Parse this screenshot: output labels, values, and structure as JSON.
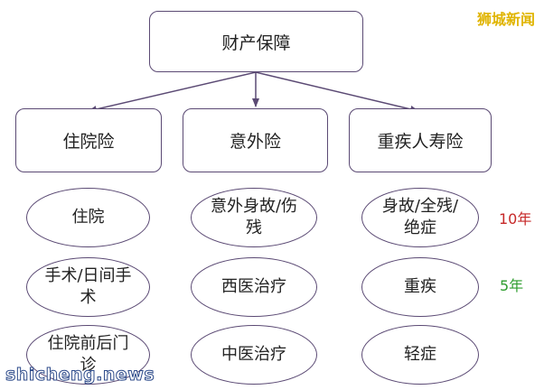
{
  "root": {
    "label": "财产保障"
  },
  "categories": [
    {
      "label": "住院险",
      "items": [
        "住院",
        "手术/日间手术",
        "住院前后门诊"
      ]
    },
    {
      "label": "意外险",
      "items": [
        "意外身故/伤残",
        "西医治疗",
        "中医治疗"
      ]
    },
    {
      "label": "重疾人寿险",
      "items": [
        "身故/全残/绝症",
        "重疾",
        "轻症"
      ]
    }
  ],
  "notes": [
    {
      "text": "10年",
      "color": "#c62828"
    },
    {
      "text": "5年",
      "color": "#2e9d2e"
    }
  ],
  "watermarks": {
    "top": "狮城新闻",
    "bottom": "shicheng.news"
  },
  "colors": {
    "line": "#5b4a74",
    "border": "#5b4a74"
  }
}
